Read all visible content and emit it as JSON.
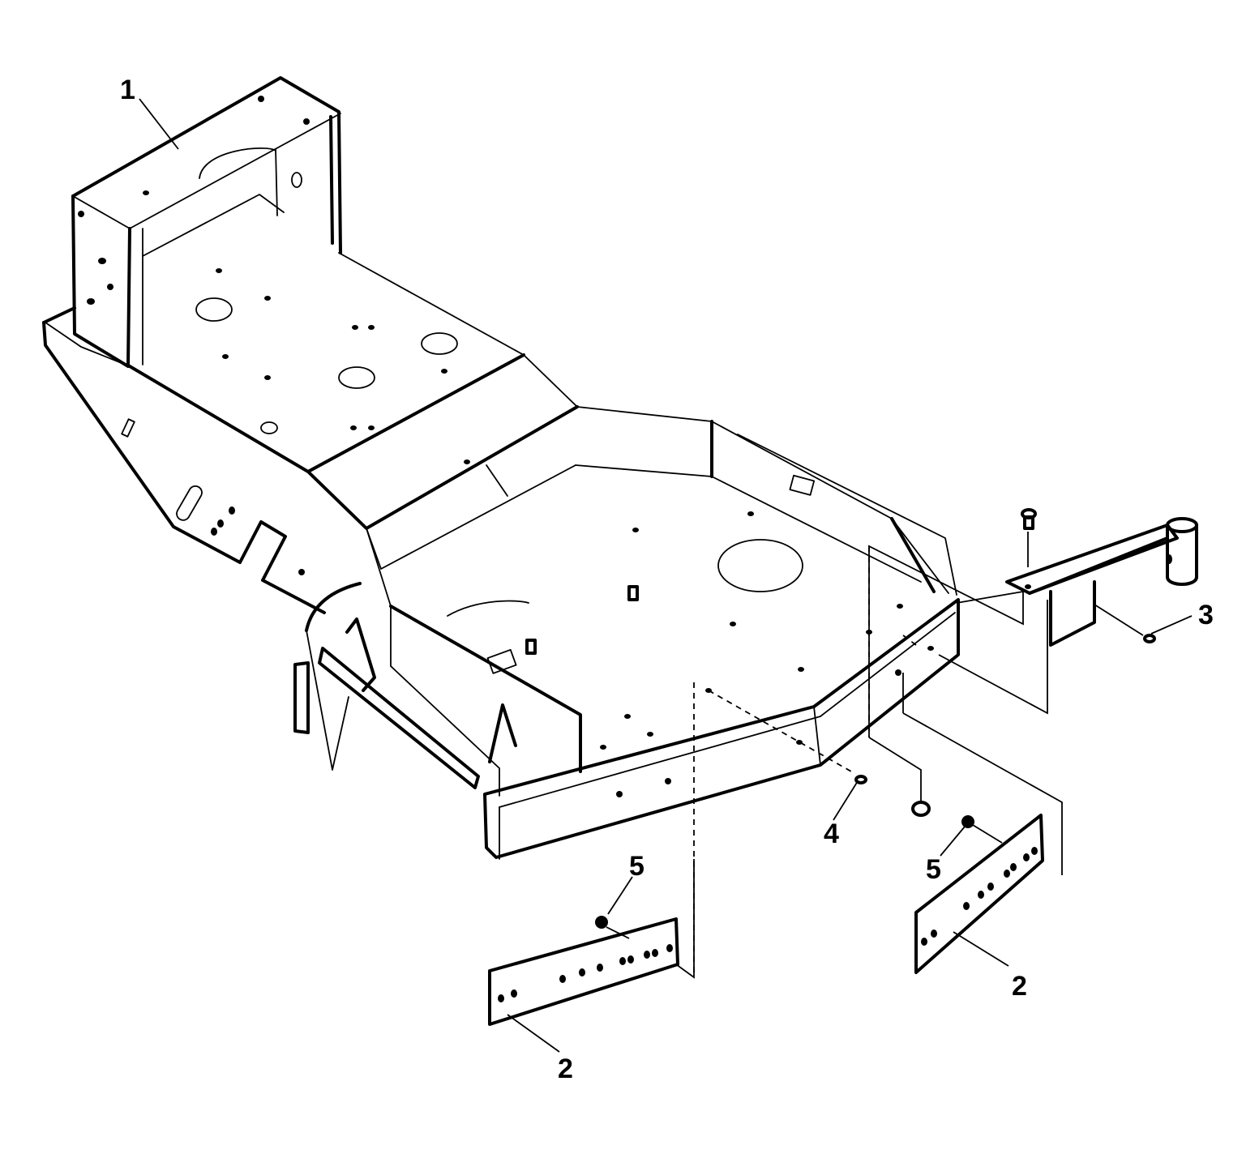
{
  "diagram": {
    "callouts": [
      {
        "id": "c1",
        "label": "1"
      },
      {
        "id": "c2a",
        "label": "2"
      },
      {
        "id": "c2b",
        "label": "2"
      },
      {
        "id": "c3",
        "label": "3"
      },
      {
        "id": "c4",
        "label": "4"
      },
      {
        "id": "c5a",
        "label": "5"
      },
      {
        "id": "c5b",
        "label": "5"
      }
    ],
    "colors": {
      "line": "#000000",
      "background": "#ffffff"
    }
  }
}
